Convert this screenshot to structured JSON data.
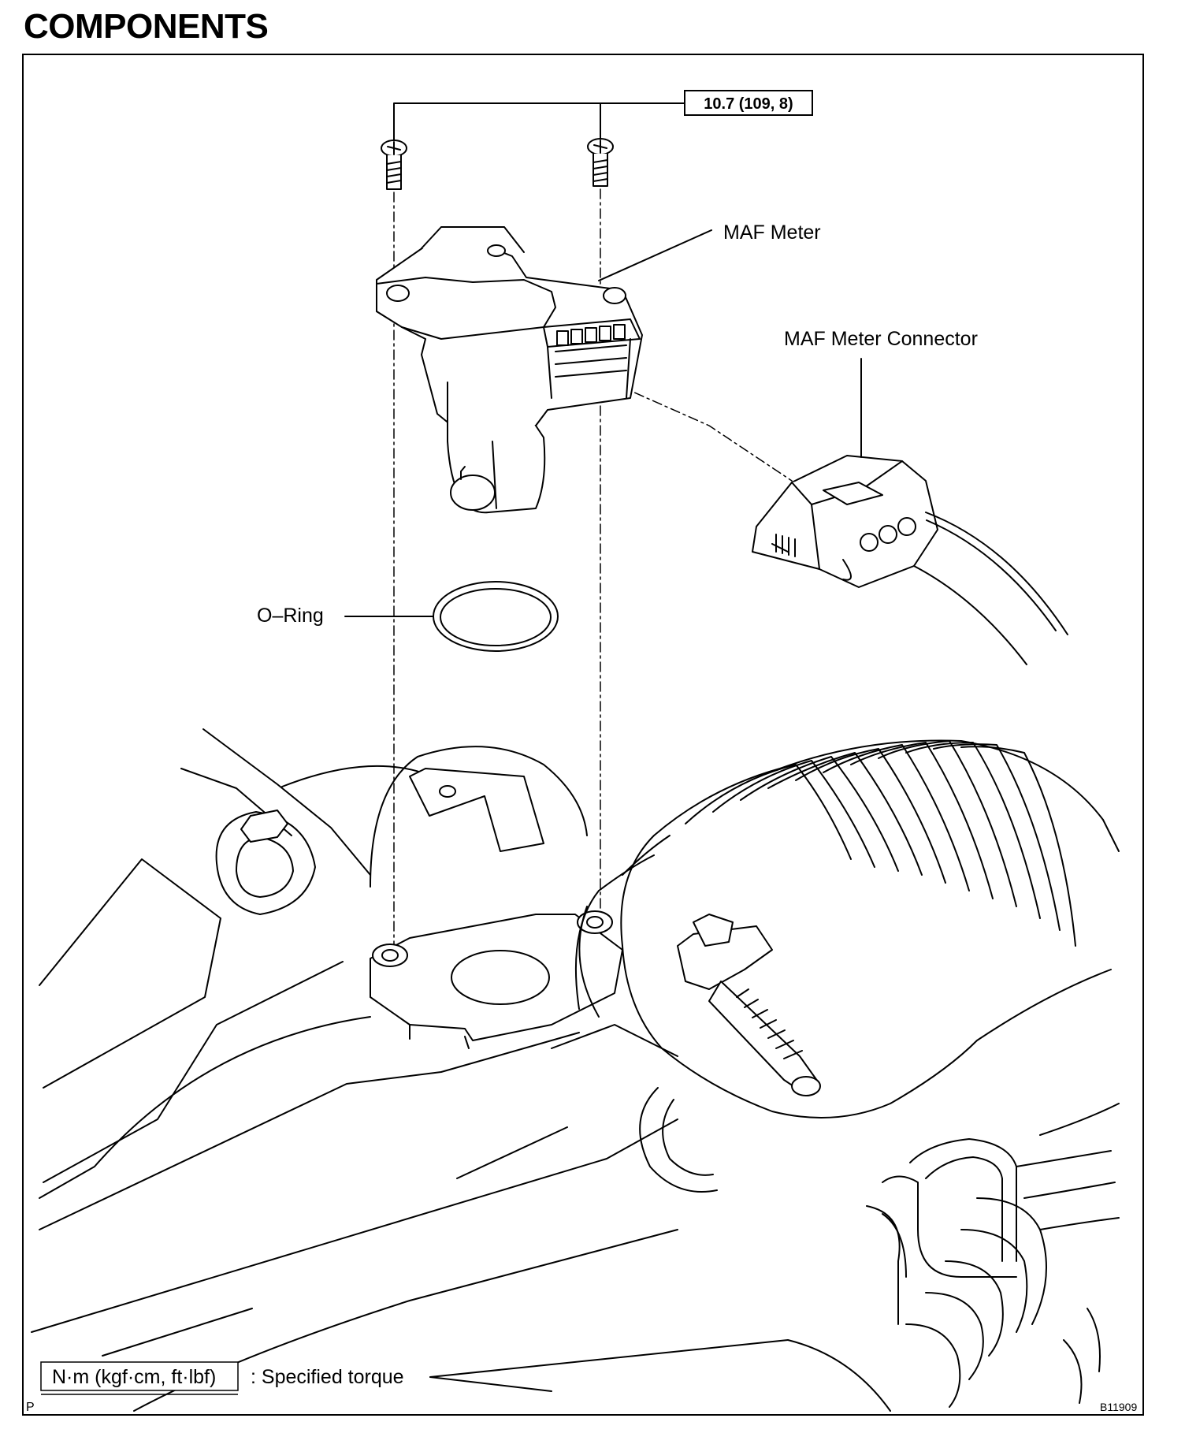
{
  "title": "COMPONENTS",
  "labels": {
    "torque_callout": "10.7 (109, 8)",
    "maf_meter": "MAF Meter",
    "maf_meter_connector": "MAF Meter Connector",
    "o_ring": "O–Ring",
    "legend_unit": "N·m (kgf·cm, ft·lbf)",
    "legend_text": ": Specified torque",
    "corner_code": "P",
    "figure_id": "B11909"
  }
}
